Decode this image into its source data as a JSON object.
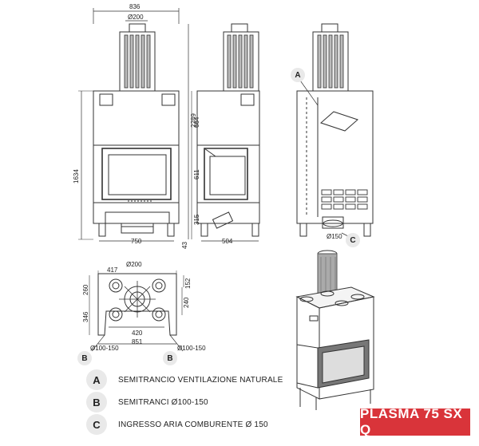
{
  "dimensions": {
    "front_width": "836",
    "flue_top": "Ø200",
    "height_total": "2289",
    "height_body": "1634",
    "height_upper": "664",
    "height_glass": "611",
    "height_base": "315",
    "height_feet": "43",
    "base_width_front": "750",
    "base_width_side": "504",
    "plan_417": "417",
    "plan_flue": "Ø200",
    "plan_260": "260",
    "plan_346": "346",
    "plan_152": "152",
    "plan_240": "240",
    "plan_420": "420",
    "plan_851": "851",
    "plan_semi_left": "Ø100-150",
    "plan_semi_right": "Ø100-150",
    "air_inlet": "Ø150"
  },
  "callouts": {
    "a": "A",
    "b_left": "B",
    "b_right": "B",
    "c": "C"
  },
  "legend": [
    {
      "letter": "A",
      "text": "SEMITRANCIO VENTILAZIONE NATURALE"
    },
    {
      "letter": "B",
      "text": "SEMITRANCI Ø100-150"
    },
    {
      "letter": "C",
      "text": "INGRESSO ARIA COMBURENTE Ø 150"
    }
  ],
  "product_title": "PLASMA 75 SX Q",
  "colors": {
    "accent": "#d9343a",
    "line": "#333333",
    "badge": "#e9e9e9"
  }
}
